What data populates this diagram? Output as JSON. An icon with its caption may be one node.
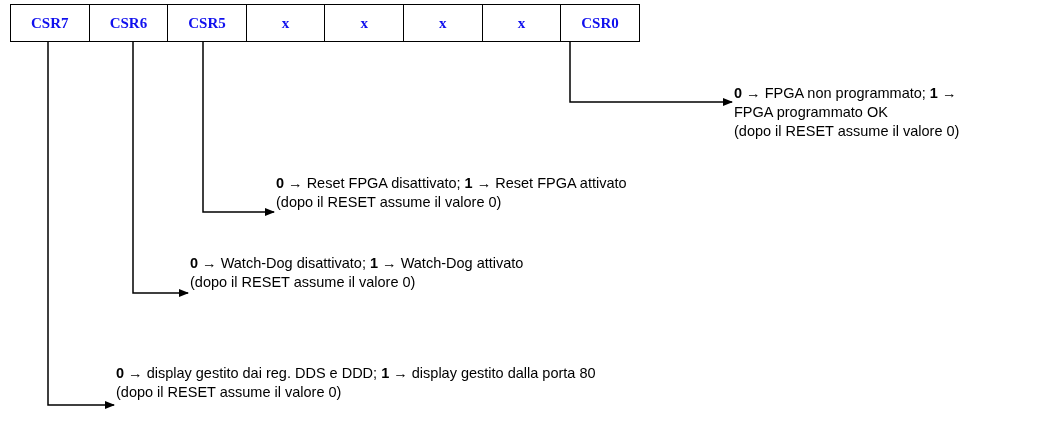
{
  "diagram": {
    "nodes": [
      {
        "text": [
          "CSR7"
        ]
      },
      {
        "text": [
          "CSR6"
        ]
      },
      {
        "text": [
          "CSR5"
        ]
      },
      {
        "text": [
          "x"
        ]
      },
      {
        "text": [
          "x"
        ]
      },
      {
        "text": [
          "x"
        ]
      },
      {
        "text": [
          "x"
        ]
      },
      {
        "text": [
          "CSR0"
        ]
      },
      {
        "text": [
          "**0** → FPGA non programmato; **1** → FPGA programmato OK",
          "(dopo il RESET assume il valore 0)"
        ]
      },
      {
        "text": [
          "**0** → Reset FPGA disattivato; **1** → Reset FPGA attivato",
          "(dopo il RESET assume il valore 0)"
        ]
      },
      {
        "text": [
          "**0** → Watch-Dog disattivato; **1** → Watch-Dog attivato",
          "(dopo il RESET assume il valore 0)"
        ]
      },
      {
        "text": [
          "**0** → display gestito dai reg. DDS e DDD; **1** → display gestito dalla porta 80",
          "(dopo il RESET assume il valore 0)"
        ]
      }
    ],
    "edges": [
      {
        "from": 7,
        "to": 8,
        "arrow": "to"
      },
      {
        "from": 2,
        "to": 9,
        "arrow": "to"
      },
      {
        "from": 1,
        "to": 10,
        "arrow": "to"
      },
      {
        "from": 0,
        "to": 11,
        "arrow": "to"
      }
    ]
  }
}
